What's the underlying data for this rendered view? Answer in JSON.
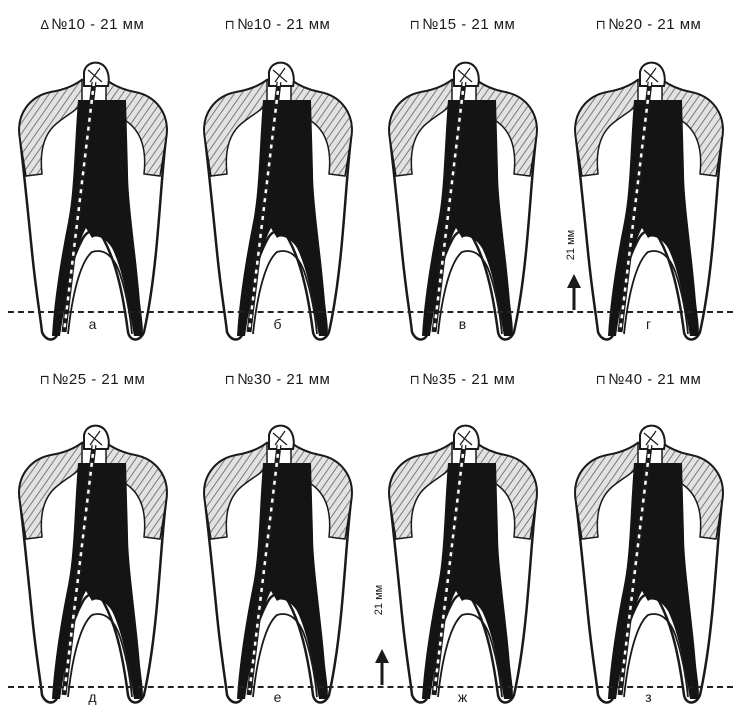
{
  "rows": [
    {
      "panels": [
        {
          "mark": "∆",
          "text": "№10 - 21 мм",
          "letter": "а"
        },
        {
          "mark": "⊓",
          "text": "№10 - 21 мм",
          "letter": "б"
        },
        {
          "mark": "⊓",
          "text": "№15 - 21 мм",
          "letter": "в"
        },
        {
          "mark": "⊓",
          "text": "№20 - 21 мм",
          "letter": "г"
        }
      ],
      "measure_label": "21 мм"
    },
    {
      "panels": [
        {
          "mark": "⊓",
          "text": "№25 - 21 мм",
          "letter": "д"
        },
        {
          "mark": "⊓",
          "text": "№30 - 21 мм",
          "letter": "е"
        },
        {
          "mark": "⊓",
          "text": "№35 - 21 мм",
          "letter": "ж"
        },
        {
          "mark": "⊓",
          "text": "№40 - 21 мм",
          "letter": "з"
        }
      ],
      "measure_label": "21 мм"
    }
  ],
  "colors": {
    "pulp": "#141414",
    "enamel": "#c9c9c9",
    "outline": "#1a1a1a"
  }
}
